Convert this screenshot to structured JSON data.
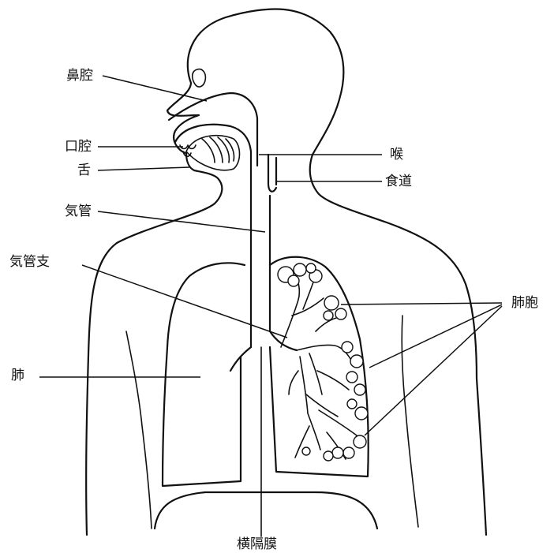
{
  "labels": {
    "nasal_cavity": "鼻腔",
    "oral_cavity": "口腔",
    "tongue": "舌",
    "trachea": "気管",
    "bronchus": "気管支",
    "lung": "肺",
    "larynx": "喉",
    "esophagus": "食道",
    "alveoli": "肺胞",
    "diaphragm": "横隔膜"
  }
}
